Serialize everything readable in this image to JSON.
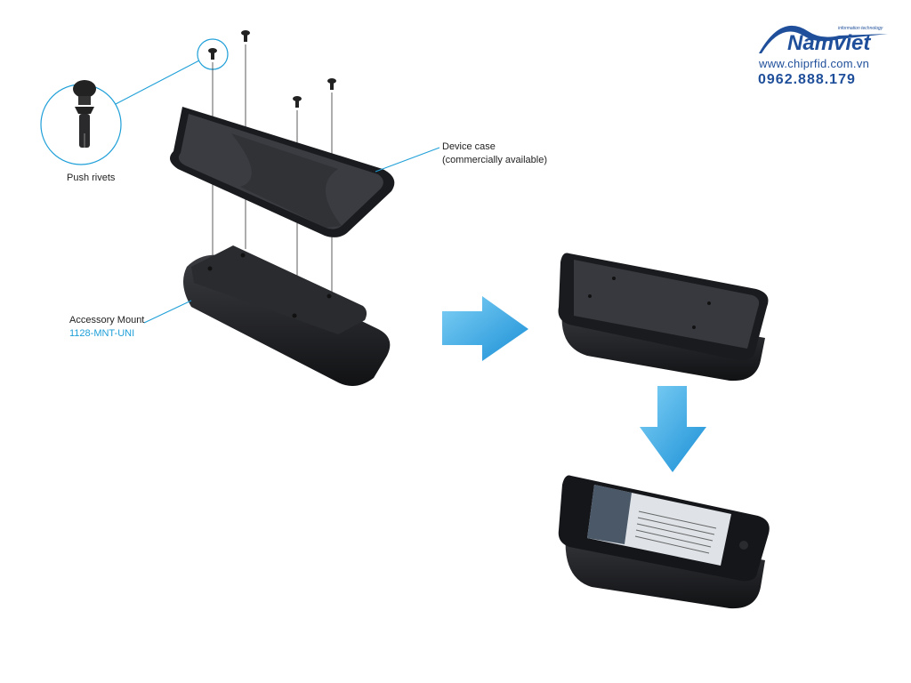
{
  "labels": {
    "push_rivets": "Push rivets",
    "device_case_line1": "Device case",
    "device_case_line2": "(commercially available)",
    "accessory_mount": "Accessory Mount",
    "accessory_mount_part": "1128-MNT-UNI"
  },
  "logo": {
    "name": "Namviet",
    "tagline": "information technology",
    "url": "www.chiprfid.com.vn",
    "phone": "0962.888.179"
  },
  "colors": {
    "accent": "#1e9fd8",
    "brand": "#1f4f9a",
    "device": "#1c1d20"
  }
}
